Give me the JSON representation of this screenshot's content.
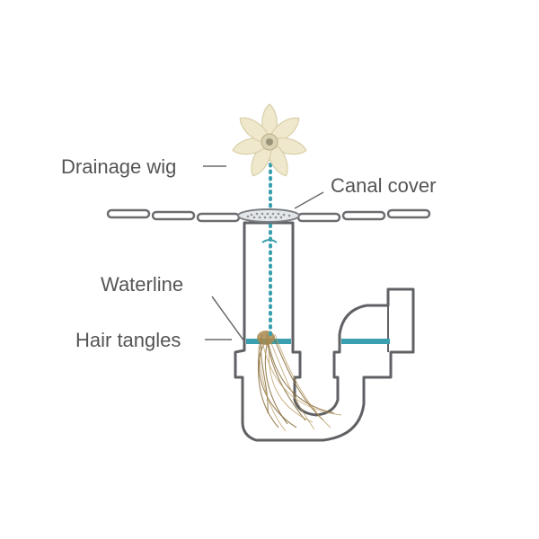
{
  "labels": {
    "drainage_wig": "Drainage wig",
    "canal_cover": "Canal cover",
    "waterline": "Waterline",
    "hair_tangles": "Hair tangles"
  },
  "colors": {
    "pipe_outline": "#5f6164",
    "water": "#3a9fae",
    "flower": "#efe8cc",
    "hair": "#8a6e3c",
    "label_text": "#555555"
  }
}
